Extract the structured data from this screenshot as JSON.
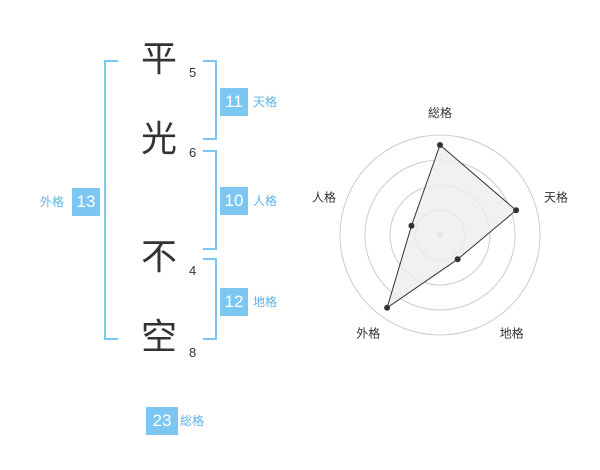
{
  "name": {
    "chars": [
      {
        "char": "平",
        "strokes": "5"
      },
      {
        "char": "光",
        "strokes": "6"
      },
      {
        "char": "不",
        "strokes": "4"
      },
      {
        "char": "空",
        "strokes": "8"
      }
    ]
  },
  "kaku": {
    "tenkaku": {
      "value": "11",
      "label": "天格"
    },
    "jinkaku": {
      "value": "10",
      "label": "人格"
    },
    "chikaku": {
      "value": "12",
      "label": "地格"
    },
    "gaikaku": {
      "value": "13",
      "label": "外格"
    },
    "soukaku": {
      "value": "23",
      "label": "総格"
    }
  },
  "chart_data": {
    "type": "radar",
    "axes": [
      "総格",
      "天格",
      "地格",
      "外格",
      "人格"
    ],
    "values": [
      0.9,
      0.8,
      0.3,
      0.9,
      0.3
    ],
    "rings": 4,
    "colors": {
      "fill": "#eeeeee",
      "line": "#333333",
      "ring": "#cccccc",
      "center": "#cccccc"
    }
  },
  "colors": {
    "accent": "#7cc7f2",
    "accent_text": "#5bb4ea",
    "text": "#333333"
  }
}
